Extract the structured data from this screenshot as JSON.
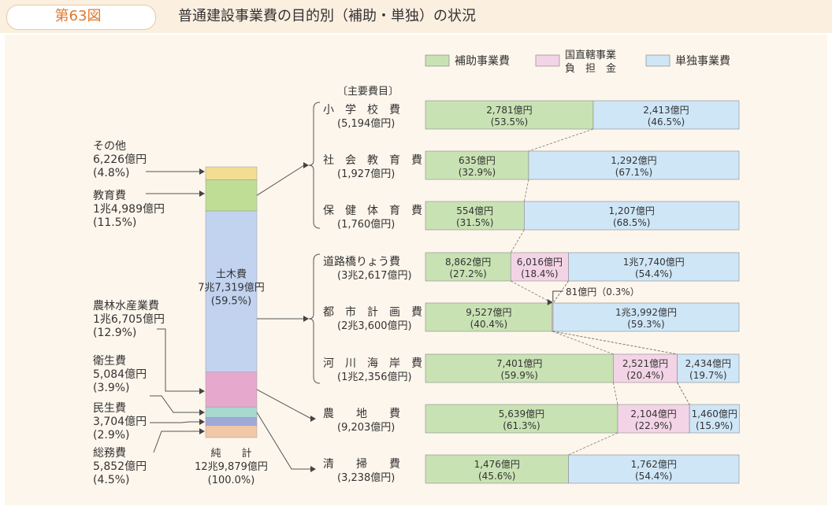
{
  "header": {
    "figure_label": "第63図",
    "title": "普通建設事業費の目的別（補助・単独）の状況"
  },
  "legend": [
    {
      "key": "hojo",
      "label": "補助事業費",
      "color": "#c9e2b4"
    },
    {
      "key": "chokkatsu",
      "label": "国直轄事業\n負　担　金",
      "color": "#f3d4e6"
    },
    {
      "key": "tandoku",
      "label": "単独事業費",
      "color": "#cfe6f7"
    }
  ],
  "chart_data": {
    "type": "bar",
    "total": {
      "label": "純　　計",
      "amount": "12兆9,879億円",
      "pct": "(100.0%)",
      "segments": [
        {
          "name": "その他",
          "amount": "6,226億円",
          "pct": "(4.8%)",
          "value": 4.8,
          "color": "#f3dd92"
        },
        {
          "name": "教育費",
          "amount": "1兆4,989億円",
          "pct": "(11.5%)",
          "value": 11.5,
          "color": "#bfdd95"
        },
        {
          "name": "土木費",
          "amount": "7兆7,319億円",
          "pct": "(59.5%)",
          "value": 59.5,
          "color": "#c2d3f0"
        },
        {
          "name": "農林水産業費",
          "amount": "1兆6,705億円",
          "pct": "(12.9%)",
          "value": 12.9,
          "color": "#e6a9cd"
        },
        {
          "name": "衛生費",
          "amount": "5,084億円",
          "pct": "(3.9%)",
          "value": 3.9,
          "color": "#a8d8cf"
        },
        {
          "name": "民生費",
          "amount": "3,704億円",
          "pct": "(2.9%)",
          "value": 2.9,
          "color": "#a0a8d8"
        },
        {
          "name": "総務費",
          "amount": "5,852億円",
          "pct": "(4.5%)",
          "value": 4.5,
          "color": "#f0c8a8"
        }
      ]
    },
    "section_label": "〔主要費目〕",
    "items": [
      {
        "name": "小　学　校　費",
        "total": "(5,194億円)",
        "parts": [
          {
            "type": "hojo",
            "amount": "2,781億円",
            "pct": "(53.5%)",
            "value": 53.5
          },
          {
            "type": "tandoku",
            "amount": "2,413億円",
            "pct": "(46.5%)",
            "value": 46.5
          }
        ]
      },
      {
        "name": "社　会　教　育　費",
        "total": "(1,927億円)",
        "parts": [
          {
            "type": "hojo",
            "amount": "635億円",
            "pct": "(32.9%)",
            "value": 32.9
          },
          {
            "type": "tandoku",
            "amount": "1,292億円",
            "pct": "(67.1%)",
            "value": 67.1
          }
        ]
      },
      {
        "name": "保　健　体　育　費",
        "total": "(1,760億円)",
        "parts": [
          {
            "type": "hojo",
            "amount": "554億円",
            "pct": "(31.5%)",
            "value": 31.5
          },
          {
            "type": "tandoku",
            "amount": "1,207億円",
            "pct": "(68.5%)",
            "value": 68.5
          }
        ]
      },
      {
        "name": "道路橋りょう費",
        "total": "(3兆2,617億円)",
        "parts": [
          {
            "type": "hojo",
            "amount": "8,862億円",
            "pct": "(27.2%)",
            "value": 27.2
          },
          {
            "type": "chokkatsu",
            "amount": "6,016億円",
            "pct": "(18.4%)",
            "value": 18.4
          },
          {
            "type": "tandoku",
            "amount": "1兆7,740億円",
            "pct": "(54.4%)",
            "value": 54.4
          }
        ]
      },
      {
        "name": "都　市　計　画　費",
        "total": "(2兆3,600億円)",
        "parts": [
          {
            "type": "hojo",
            "amount": "9,527億円",
            "pct": "(40.4%)",
            "value": 40.4
          },
          {
            "type": "chokkatsu",
            "amount": "",
            "pct": "",
            "value": 0.3
          },
          {
            "type": "tandoku",
            "amount": "1兆3,992億円",
            "pct": "(59.3%)",
            "value": 59.3
          }
        ]
      },
      {
        "name": "河　川　海　岸　費",
        "total": "(1兆2,356億円)",
        "parts": [
          {
            "type": "hojo",
            "amount": "7,401億円",
            "pct": "(59.9%)",
            "value": 59.9
          },
          {
            "type": "chokkatsu",
            "amount": "2,521億円",
            "pct": "(20.4%)",
            "value": 20.4
          },
          {
            "type": "tandoku",
            "amount": "2,434億円",
            "pct": "(19.7%)",
            "value": 19.7
          }
        ]
      },
      {
        "name": "農　　地　　費",
        "total": "(9,203億円)",
        "parts": [
          {
            "type": "hojo",
            "amount": "5,639億円",
            "pct": "(61.3%)",
            "value": 61.3
          },
          {
            "type": "chokkatsu",
            "amount": "2,104億円",
            "pct": "(22.9%)",
            "value": 22.9
          },
          {
            "type": "tandoku",
            "amount": "1,460億円",
            "pct": "(15.9%)",
            "value": 15.9
          }
        ]
      },
      {
        "name": "清　　掃　　費",
        "total": "(3,238億円)",
        "parts": [
          {
            "type": "hojo",
            "amount": "1,476億円",
            "pct": "(45.6%)",
            "value": 45.6
          },
          {
            "type": "tandoku",
            "amount": "1,762億円",
            "pct": "(54.4%)",
            "value": 54.4
          }
        ]
      }
    ],
    "annotation": "81億円（0.3%）"
  }
}
